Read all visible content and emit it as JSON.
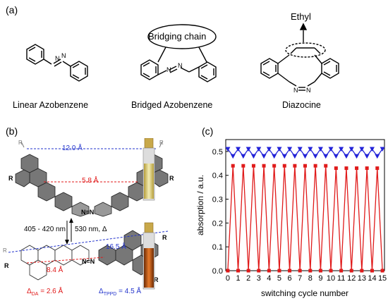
{
  "panel_a": {
    "label": "(a)",
    "captions": [
      "Linear Azobenzene",
      "Bridged Azobenzene",
      "Diazocine"
    ],
    "bridging_chain_label": "Bridging chain",
    "ethyl_label": "Ethyl"
  },
  "panel_b": {
    "label": "(b)",
    "top_blue_distance": "12.0 Å",
    "top_red_distance": "5.8 Å",
    "substituent": "R",
    "azo": "N=N",
    "arrow_left": "405 - 420 nm",
    "arrow_right": "530 nm, Δ",
    "bottom_blue_distance": "16.5 Å",
    "bottom_red_distance": "8.4 Å",
    "delta_da": "Δ",
    "delta_da_sub": "DA",
    "delta_da_val": " = 2.6 Å",
    "delta_tppd": "Δ",
    "delta_tppd_sub": "TPPD",
    "delta_tppd_val": " = 4.5 Å",
    "colors": {
      "blue": "#2233cc",
      "red": "#e01818"
    }
  },
  "panel_c": {
    "label": "(c)"
  },
  "chart_data": {
    "type": "line",
    "xlabel": "switching cycle number",
    "ylabel": "absorption / a.u.",
    "xlim": [
      -0.2,
      15.2
    ],
    "ylim": [
      0.0,
      0.55
    ],
    "xticks": [
      "0",
      "1",
      "2",
      "3",
      "4",
      "5",
      "6",
      "7",
      "8",
      "9",
      "10",
      "11",
      "12",
      "13",
      "14",
      "15"
    ],
    "yticks": [
      "0.0",
      "0.1",
      "0.2",
      "0.3",
      "0.4",
      "0.5"
    ],
    "grid": false,
    "series": [
      {
        "color": "#2323d8",
        "marker": "triangle-down",
        "x": [
          0,
          0.5,
          1,
          1.5,
          2,
          2.5,
          3,
          3.5,
          4,
          4.5,
          5,
          5.5,
          6,
          6.5,
          7,
          7.5,
          8,
          8.5,
          9,
          9.5,
          10,
          10.5,
          11,
          11.5,
          12,
          12.5,
          13,
          13.5,
          14,
          14.5,
          15
        ],
        "y": [
          0.51,
          0.48,
          0.51,
          0.48,
          0.51,
          0.48,
          0.51,
          0.48,
          0.51,
          0.48,
          0.51,
          0.48,
          0.51,
          0.48,
          0.51,
          0.48,
          0.51,
          0.48,
          0.51,
          0.48,
          0.51,
          0.48,
          0.51,
          0.48,
          0.51,
          0.48,
          0.51,
          0.48,
          0.51,
          0.48,
          0.51
        ]
      },
      {
        "color": "#e01b1b",
        "marker": "square",
        "x": [
          0,
          0.5,
          1,
          1.5,
          2,
          2.5,
          3,
          3.5,
          4,
          4.5,
          5,
          5.5,
          6,
          6.5,
          7,
          7.5,
          8,
          8.5,
          9,
          9.5,
          10,
          10.5,
          11,
          11.5,
          12,
          12.5,
          13,
          13.5,
          14,
          14.5,
          15
        ],
        "y": [
          0.0,
          0.44,
          0.0,
          0.44,
          0.0,
          0.44,
          0.0,
          0.44,
          0.0,
          0.44,
          0.0,
          0.44,
          0.0,
          0.44,
          0.0,
          0.44,
          0.0,
          0.44,
          0.0,
          0.44,
          0.0,
          0.43,
          0.0,
          0.43,
          0.0,
          0.43,
          0.0,
          0.43,
          0.0,
          0.43,
          0.0
        ]
      }
    ]
  }
}
